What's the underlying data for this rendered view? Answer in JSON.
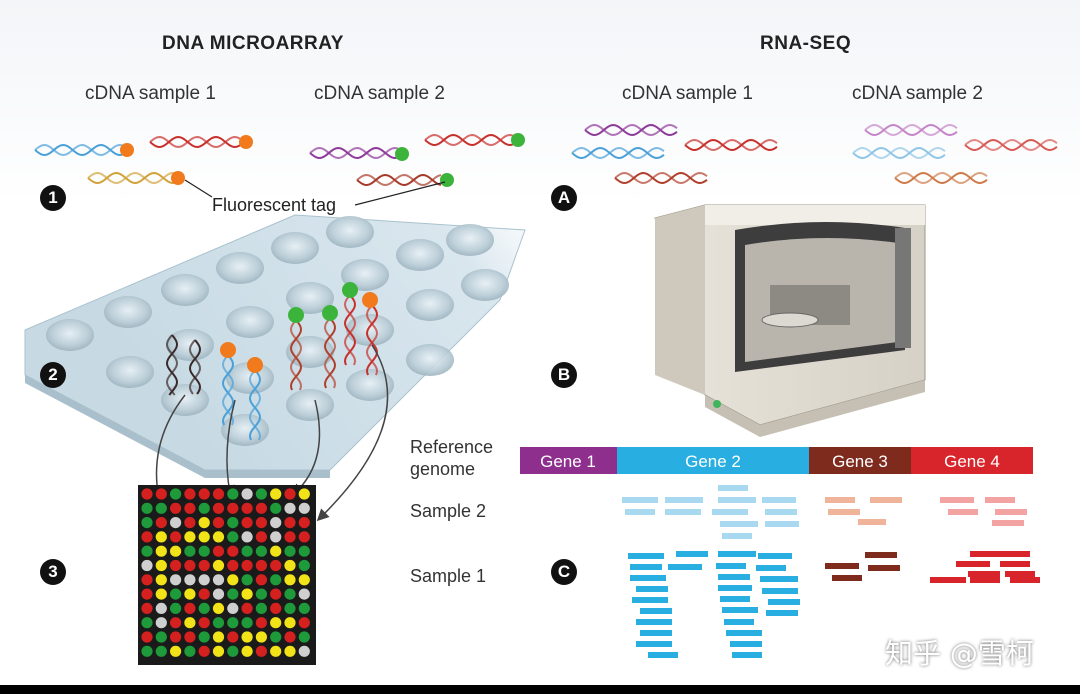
{
  "headings": {
    "microarray": "DNA MICROARRAY",
    "rnaseq": "RNA-SEQ"
  },
  "samples": {
    "ma_sample1": "cDNA sample 1",
    "ma_sample2": "cDNA sample 2",
    "rs_sample1": "cDNA sample 1",
    "rs_sample2": "cDNA sample 2"
  },
  "labels": {
    "fluorescent_tag": "Fluorescent tag",
    "reference_genome_line1": "Reference",
    "reference_genome_line2": "genome",
    "sample2": "Sample 2",
    "sample1": "Sample 1"
  },
  "steps": {
    "one": "1",
    "two": "2",
    "three": "3",
    "a": "A",
    "b": "B",
    "c": "C"
  },
  "genes": [
    "Gene 1",
    "Gene 2",
    "Gene 3",
    "Gene 4"
  ],
  "colors": {
    "gene1": "#8e2f8e",
    "gene2": "#28aee0",
    "gene3": "#7e2b1e",
    "gene4": "#d8252b",
    "spot_green": "#1e9a3a",
    "spot_red": "#d4201f",
    "spot_yellow": "#f2e318",
    "spot_gray": "#cfcfcf",
    "tag_orange": "#f07a1c",
    "tag_green": "#3cb43c"
  },
  "watermark": "知乎 @雪柯"
}
